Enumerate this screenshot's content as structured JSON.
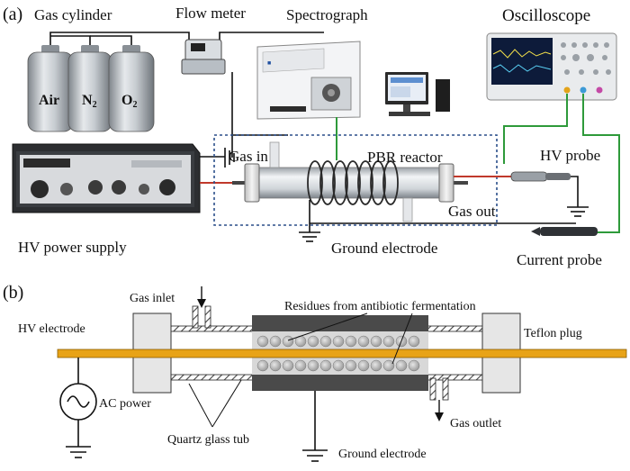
{
  "panel_a": {
    "tag": "(a)",
    "labels": {
      "gas_cylinder": "Gas cylinder",
      "flow_meter": "Flow meter",
      "spectrograph": "Spectrograph",
      "oscilloscope": "Oscilloscope",
      "gas_in": "Gas in",
      "pbr_reactor": "PBR reactor",
      "hv_probe": "HV probe",
      "gas_out": "Gas out",
      "hv_power_supply": "HV power supply",
      "ground_electrode": "Ground electrode",
      "current_probe": "Current probe"
    },
    "cylinders": [
      "Air",
      "N",
      "O"
    ],
    "cylinder_subscripts": [
      "2",
      "2"
    ]
  },
  "panel_b": {
    "tag": "(b)",
    "labels": {
      "gas_inlet": "Gas inlet",
      "residues": "Residues from antibiotic fermentation",
      "hv_electrode": "HV electrode",
      "teflon_plug": "Teflon plug",
      "ac_power": "AC power",
      "quartz_glass_tub": "Quartz glass tub",
      "gas_outlet": "Gas outlet",
      "ground_electrode": "Ground electrode"
    }
  },
  "colors": {
    "electrode": "#e8a317",
    "signal_wire": "#2e9a3a",
    "hv_wire": "#c0392b",
    "dashed_box": "#2b4f8a"
  }
}
